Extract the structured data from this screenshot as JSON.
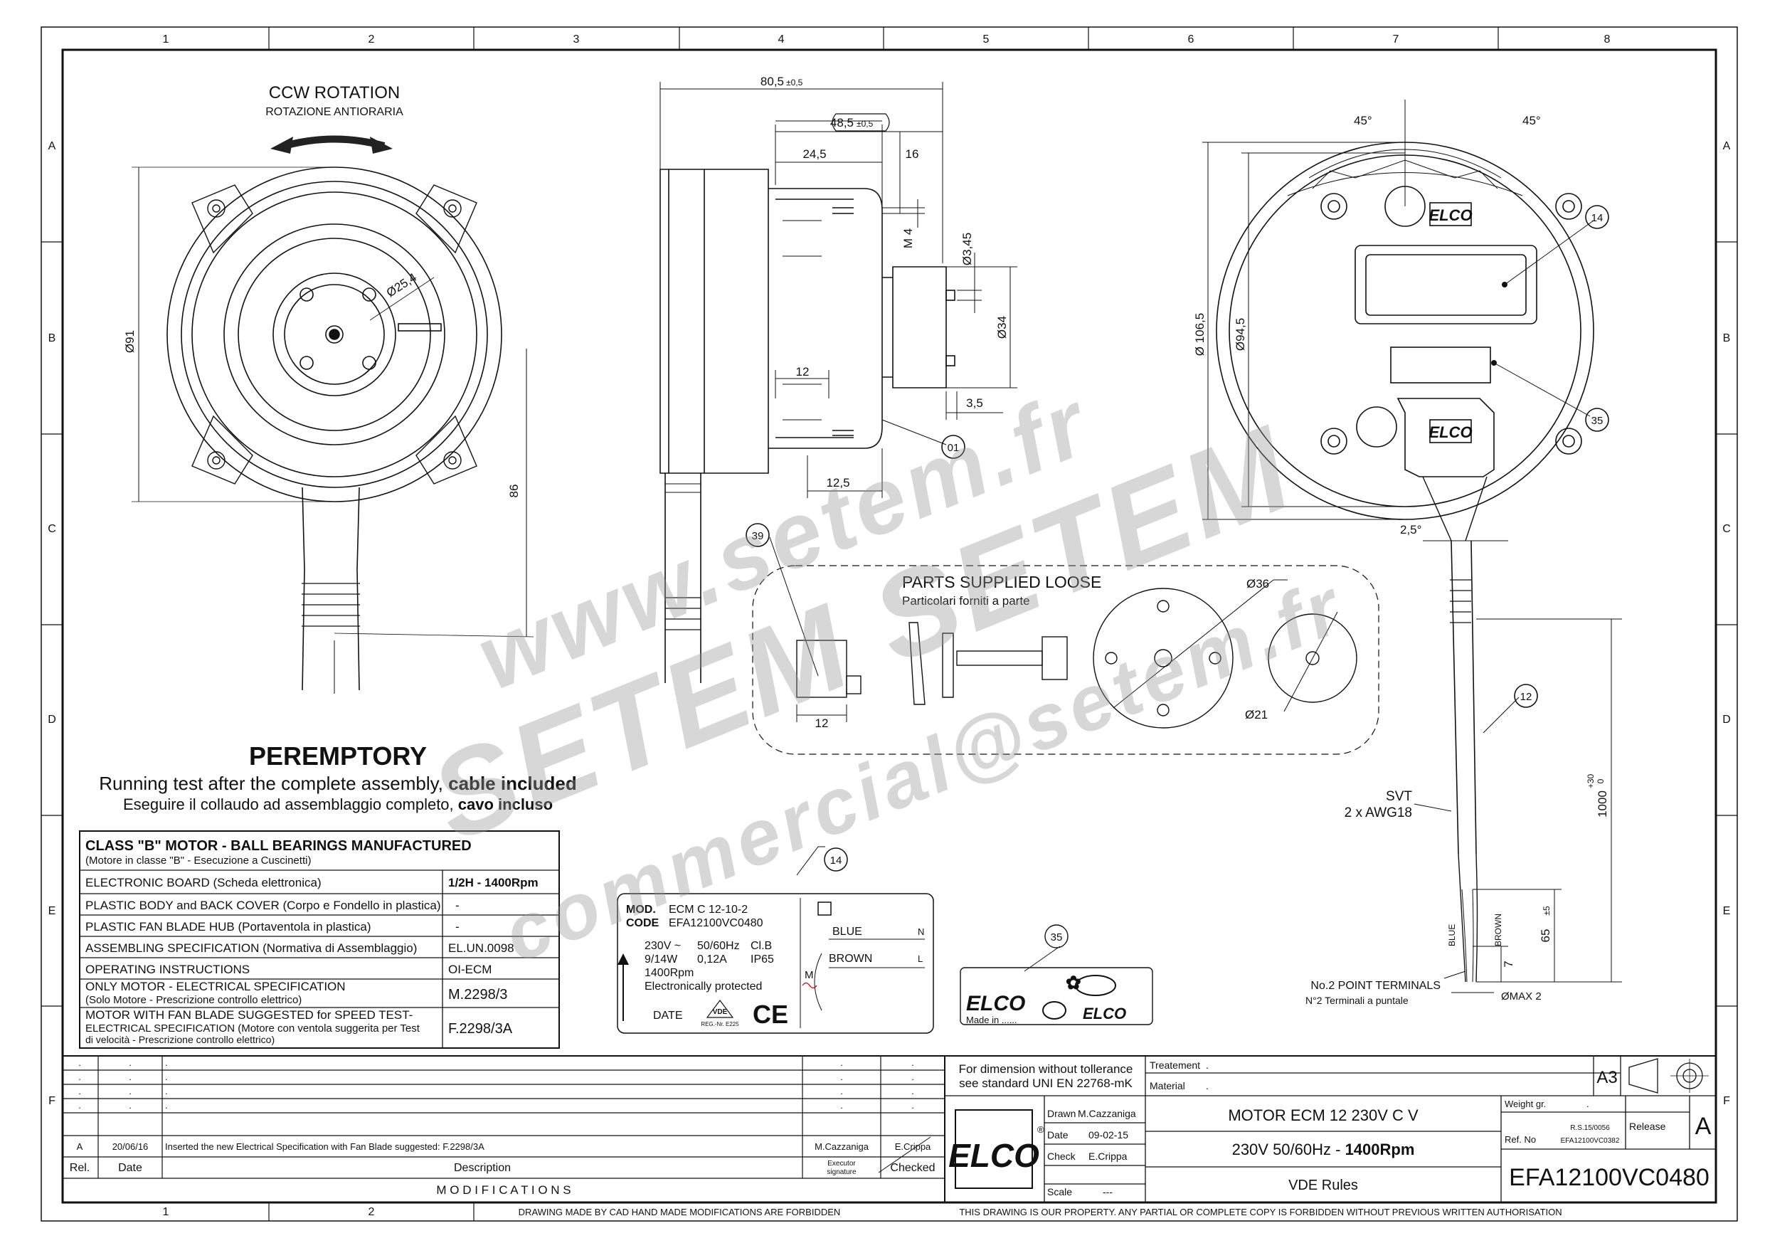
{
  "grid": {
    "cols": [
      "1",
      "2",
      "3",
      "4",
      "5",
      "6",
      "7",
      "8"
    ],
    "rows": [
      "A",
      "B",
      "C",
      "D",
      "E",
      "F"
    ]
  },
  "front_view": {
    "title": "CCW ROTATION",
    "subtitle": "ROTAZIONE ANTIORARIA",
    "dims": {
      "d91": "Ø91",
      "d25_4": "Ø25,4",
      "len86": "86"
    }
  },
  "side_view": {
    "dims": {
      "d80_5": "80,5",
      "d80_5_tol": "±0,5",
      "d48_5": "48,5",
      "d48_5_tol": "±0,5",
      "d24_5": "24,5",
      "d16": "16",
      "m4": "M 4",
      "d3_45": "Ø3,45",
      "d34": "Ø34",
      "d3_5": "3,5",
      "d12_top": "12",
      "d12_5": "12,5"
    },
    "callouts": {
      "c01": "01",
      "c39": "39"
    }
  },
  "parts_loose": {
    "title": "PARTS SUPPLIED LOOSE",
    "subtitle": "Particolari forniti a parte",
    "dims": {
      "d36": "Ø36",
      "d21": "Ø21",
      "d12": "12"
    }
  },
  "back_view": {
    "dims": {
      "a45_left": "45°",
      "a45_right": "45°",
      "d106_5": "Ø 106,5",
      "d94_5": "Ø94,5",
      "a2_5": "2,5°",
      "len1000": "1000",
      "tol_plus": "+30",
      "tol_zero": "0",
      "len65": "65",
      "len65_tol": "±5",
      "len7": "7",
      "max2": "ØMAX 2"
    },
    "logo": "ELCO",
    "callouts": {
      "c14": "14",
      "c35": "35",
      "c12": "12"
    },
    "cable_type": "SVT",
    "cable_gauge": "2 x AWG18",
    "wire_blue": "BLUE",
    "wire_brown": "BROWN",
    "terminals": "No.2 POINT TERMINALS",
    "terminals_it": "N°2 Terminali a puntale"
  },
  "peremptory": {
    "title": "PEREMPTORY",
    "line1_a": "Running test after the complete assembly, ",
    "line1_b": "cable included",
    "line2_a": "Eseguire il collaudo ad assemblaggio completo, ",
    "line2_b": "cavo incluso"
  },
  "spec_table": {
    "header": "CLASS \"B\" MOTOR  -  BALL BEARINGS MANUFACTURED",
    "subheader": "(Motore in classe \"B\"  -  Esecuzione a Cuscinetti)",
    "rows": [
      {
        "desc": "ELECTRONIC BOARD  (Scheda elettronica)",
        "val_a": "1/2H",
        "val_b": " - 1400Rpm"
      },
      {
        "desc": "PLASTIC BODY and BACK COVER (Corpo e Fondello in plastica)",
        "val": "-"
      },
      {
        "desc": "PLASTIC FAN BLADE HUB  (Portaventola in plastica)",
        "val": "-"
      },
      {
        "desc": "ASSEMBLING SPECIFICATION  (Normativa di Assemblaggio)",
        "val": "EL.UN.0098"
      },
      {
        "desc": "OPERATING INSTRUCTIONS",
        "val": "OI-ECM"
      },
      {
        "desc": "ONLY MOTOR - ELECTRICAL SPECIFICATION",
        "desc2": "(Solo Motore - Prescrizione controllo elettrico)",
        "val": "M.2298/3"
      },
      {
        "desc": "MOTOR WITH FAN BLADE SUGGESTED for SPEED TEST-",
        "desc2": "ELECTRICAL SPECIFICATION  (Motore con ventola suggerita per Test",
        "desc3": "di velocità - Prescrizione controllo elettrico)",
        "val": "F.2298/3A"
      }
    ]
  },
  "label14": {
    "callout": "14",
    "mod_key": "MOD.",
    "mod_val": "ECM  C 12-10-2",
    "code_key": "CODE",
    "code_val": "EFA12100VC0480",
    "volt": "230V ~",
    "freq": "50/60Hz",
    "cl": "Cl.B",
    "watt": "9/14W",
    "amp": "0,12A",
    "ip": "IP65",
    "rpm": "1400Rpm",
    "protected": "Electronically protected",
    "date": "DATE",
    "vde": "VDE",
    "vde_reg": "REG.-Nr. E225",
    "ce": "CE",
    "blue": "BLUE",
    "blue_pin": "N",
    "brown": "BROWN",
    "brown_pin": "L",
    "m": "M"
  },
  "label35": {
    "callout": "35",
    "brand": "ELCO",
    "made_in": "Made in ......"
  },
  "modifications": {
    "rows": [
      {
        "rel": ".",
        "date": ".",
        "desc": ".",
        "exec": ".",
        "chk": "."
      },
      {
        "rel": ".",
        "date": ".",
        "desc": ".",
        "exec": ".",
        "chk": "."
      },
      {
        "rel": ".",
        "date": ".",
        "desc": ".",
        "exec": ".",
        "chk": "."
      },
      {
        "rel": ".",
        "date": ".",
        "desc": ".",
        "exec": ".",
        "chk": "."
      },
      {
        "rel": "A",
        "date": "20/06/16",
        "desc": "Inserted the new Electrical Specification with Fan Blade suggested: F.2298/3A",
        "exec": "M.Cazzaniga",
        "chk": "E.Crippa"
      }
    ],
    "h_rel": "Rel.",
    "h_date": "Date",
    "h_desc": "Description",
    "h_exec": "Executor",
    "h_exec2": "signature",
    "h_chk": "Checked",
    "footer": "M O D I F I C A T I O N S"
  },
  "title_block": {
    "tol_note1": "For dimension without tollerance",
    "tol_note2": "see standard UNI EN 22768-mK",
    "logo": "ELCO",
    "reg": "®",
    "drawn_k": "Drawn",
    "drawn_v": "M.Cazzaniga",
    "date_k": "Date",
    "date_v": "09-02-15",
    "check_k": "Check",
    "check_v": "E.Crippa",
    "scale_k": "Scale",
    "scale_v": "---",
    "treatment_k": "Treatement",
    "treatment_v": ".",
    "material_k": "Material",
    "material_v": ".",
    "format": "A3",
    "title1": "MOTOR  ECM  12  230V  C   V",
    "title2a": "230V  50/60Hz  -  ",
    "title2b": "1400Rpm",
    "title3": "VDE Rules",
    "weight_k": "Weight gr.",
    "weight_v": ".",
    "ref_k": "Ref. No",
    "ref_v1": "R.S.15/0056",
    "ref_v2": "EFA12100VC0382",
    "release_k": "Release",
    "release_v": "A",
    "code": "EFA12100VC0480"
  },
  "footer_bar": {
    "left": "DRAWING MADE BY CAD HAND MADE MODIFICATIONS ARE FORBIDDEN",
    "left_cad": "CAD",
    "right": "THIS DRAWING IS OUR PROPERTY. ANY PARTIAL OR COMPLETE COPY IS FORBIDDEN WITHOUT PREVIOUS WRITTEN AUTHORISATION"
  },
  "watermark": {
    "w1": "www.setem.fr",
    "w2": "SETEM SETEM",
    "w3": "commercial@setem.fr"
  }
}
